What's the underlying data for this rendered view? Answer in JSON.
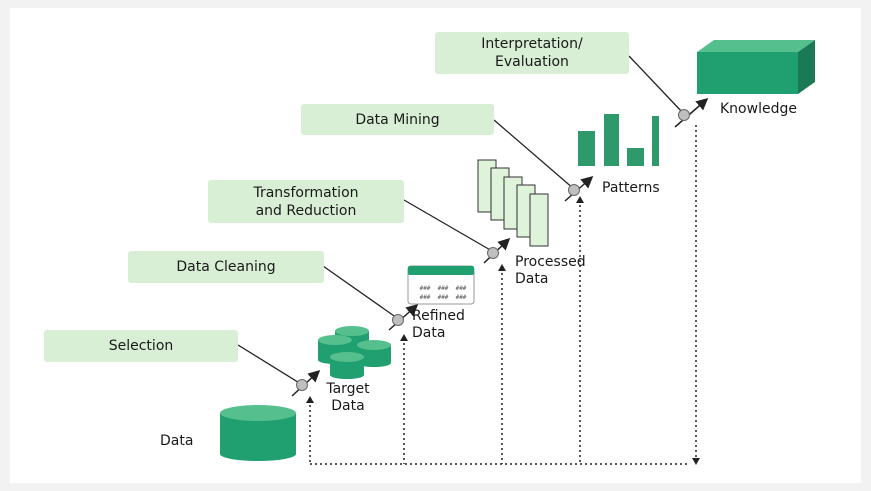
{
  "steps": {
    "selection": "Selection",
    "cleaning": "Data Cleaning",
    "transformation": "Transformation\nand Reduction",
    "mining": "Data Mining",
    "interpretation": "Interpretation/\nEvaluation"
  },
  "nodes": {
    "data": "Data",
    "target": "Target\nData",
    "refined": "Refined\nData",
    "processed": "Processed\nData",
    "patterns": "Patterns",
    "knowledge": "Knowledge"
  },
  "table_cells": [
    "###",
    "###",
    "###",
    "###",
    "###",
    "###"
  ],
  "colors": {
    "box_bg": "#d8efd5",
    "dark_green": "#20a070",
    "mid_green": "#2e9a6c",
    "light_green": "#dff2da",
    "line": "#222222"
  }
}
